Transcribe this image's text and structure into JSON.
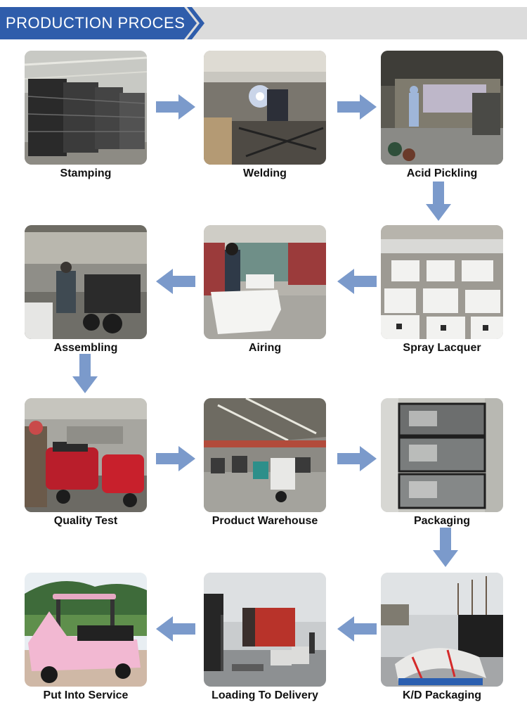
{
  "header": {
    "title": "PRODUCTION PROCES"
  },
  "colors": {
    "banner_blue": "#2f5dab",
    "banner_gray": "#dcdcdc",
    "arrow_blue": "#7b9acb",
    "label_text": "#111111"
  },
  "steps": [
    {
      "label": "Stamping",
      "photo": "stamping-photo"
    },
    {
      "label": "Welding",
      "photo": "welding-photo"
    },
    {
      "label": "Acid Pickling",
      "photo": "acid-pickling-photo"
    },
    {
      "label": "Spray Lacquer",
      "photo": "spray-lacquer-photo"
    },
    {
      "label": "Airing",
      "photo": "airing-photo"
    },
    {
      "label": "Assembling",
      "photo": "assembling-photo"
    },
    {
      "label": "Quality Test",
      "photo": "quality-test-photo"
    },
    {
      "label": "Product Warehouse",
      "photo": "product-warehouse-photo"
    },
    {
      "label": "Packaging",
      "photo": "packaging-photo"
    },
    {
      "label": "K/D Packaging",
      "photo": "kd-packaging-photo"
    },
    {
      "label": "Loading To Delivery",
      "photo": "loading-to-delivery-photo"
    },
    {
      "label": "Put Into Service",
      "photo": "put-into-service-photo"
    }
  ],
  "arrows": [
    {
      "from": "Stamping",
      "to": "Welding",
      "direction": "right",
      "icon": "arrow-right-icon"
    },
    {
      "from": "Welding",
      "to": "Acid Pickling",
      "direction": "right",
      "icon": "arrow-right-icon"
    },
    {
      "from": "Acid Pickling",
      "to": "Spray Lacquer",
      "direction": "down",
      "icon": "arrow-down-icon"
    },
    {
      "from": "Spray Lacquer",
      "to": "Airing",
      "direction": "left",
      "icon": "arrow-left-icon"
    },
    {
      "from": "Airing",
      "to": "Assembling",
      "direction": "left",
      "icon": "arrow-left-icon"
    },
    {
      "from": "Assembling",
      "to": "Quality Test",
      "direction": "down",
      "icon": "arrow-down-icon"
    },
    {
      "from": "Quality Test",
      "to": "Product Warehouse",
      "direction": "right",
      "icon": "arrow-right-icon"
    },
    {
      "from": "Product Warehouse",
      "to": "Packaging",
      "direction": "right",
      "icon": "arrow-right-icon"
    },
    {
      "from": "Packaging",
      "to": "K/D Packaging",
      "direction": "down",
      "icon": "arrow-down-icon"
    },
    {
      "from": "K/D Packaging",
      "to": "Loading To Delivery",
      "direction": "left",
      "icon": "arrow-left-icon"
    },
    {
      "from": "Loading To Delivery",
      "to": "Put Into Service",
      "direction": "left",
      "icon": "arrow-left-icon"
    }
  ]
}
